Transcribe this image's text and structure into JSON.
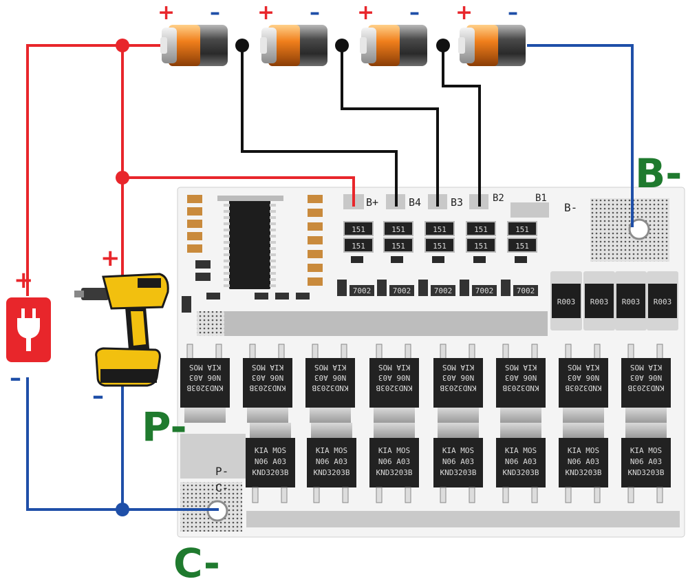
{
  "colors": {
    "positive_wire": "#e8262b",
    "negative_wire": "#1f4fa8",
    "balance_wire": "#111111",
    "label_green": "#1f7a2e",
    "sign_red": "#e8262b",
    "sign_blue": "#1f4fa8",
    "pcb": "#f3f3f3",
    "charger_red": "#e8262b"
  },
  "cells": [
    {
      "plus": "+",
      "minus": "–"
    },
    {
      "plus": "+",
      "minus": "–"
    },
    {
      "plus": "+",
      "minus": "–"
    },
    {
      "plus": "+",
      "minus": "–"
    }
  ],
  "labels": {
    "b_minus": "B-",
    "p_minus": "P-",
    "c_minus": "C-"
  },
  "charger": {
    "plus": "+",
    "minus": "–",
    "icon": "plug-icon"
  },
  "drill": {
    "plus": "+",
    "minus": "–",
    "icon": "drill-icon"
  },
  "silkscreen": {
    "bplus": "B+",
    "b4": "B4",
    "b3": "B3",
    "b2": "B2",
    "b1": "B1",
    "bminus": "B-",
    "pminus": "P-",
    "cminus": "C-"
  },
  "resistors": {
    "shunts": [
      "R003",
      "R003",
      "R003",
      "R003"
    ],
    "balance": [
      "151",
      "151",
      "151",
      "151",
      "151",
      "151",
      "151",
      "151",
      "151",
      "151"
    ],
    "codes": [
      "7002",
      "7002",
      "7002",
      "7002",
      "7002"
    ]
  },
  "mosfet": {
    "line1": "KND3203B",
    "line2": "N06  A03",
    "line3": "KIA  MOS"
  }
}
